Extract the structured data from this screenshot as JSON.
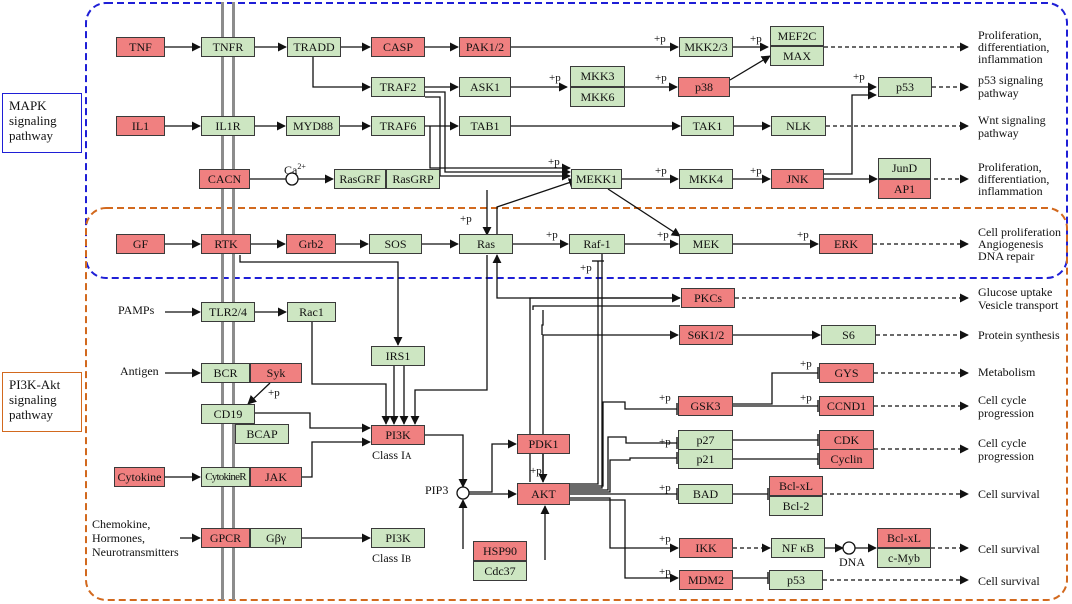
{
  "pathways": {
    "mapk": "MAPK\nsignaling\npathway",
    "pi3k": "PI3K-Akt\nsignaling\npathway"
  },
  "colors": {
    "mapk_border": "#1f1fd6",
    "pi3k_border": "#d2691e",
    "red_node": "#f08080",
    "green_node": "#cde6c2",
    "membrane": "#8c8c8c"
  },
  "nodes": {
    "tnf": "TNF",
    "tnfr": "TNFR",
    "tradd": "TRADD",
    "casp": "CASP",
    "pak": "PAK1/2",
    "mkk23": "MKK2/3",
    "mef2c": "MEF2C",
    "max": "MAX",
    "traf2": "TRAF2",
    "ask1": "ASK1",
    "mkk3": "MKK3",
    "mkk6": "MKK6",
    "p38": "p38",
    "p53_top": "p53",
    "il1": "IL1",
    "il1r": "IL1R",
    "myd88": "MYD88",
    "traf6": "TRAF6",
    "tab1": "TAB1",
    "tak1": "TAK1",
    "nlk": "NLK",
    "cacn": "CACN",
    "rasgrf": "RasGRF",
    "rasgrp": "RasGRP",
    "mekk1": "MEKK1",
    "mkk4": "MKK4",
    "jnk": "JNK",
    "jund": "JunD",
    "ap1": "AP1",
    "gf": "GF",
    "rtk": "RTK",
    "grb2": "Grb2",
    "sos": "SOS",
    "ras": "Ras",
    "raf1": "Raf-1",
    "mek": "MEK",
    "erk": "ERK",
    "tlr": "TLR2/4",
    "rac1": "Rac1",
    "pkcs": "PKCs",
    "s6k": "S6K1/2",
    "s6": "S6",
    "irs1": "IRS1",
    "bcr": "BCR",
    "syk": "Syk",
    "gys": "GYS",
    "cd19": "CD19",
    "bcap": "BCAP",
    "gsk3": "GSK3",
    "ccnd1": "CCND1",
    "pi3k_a": "PI3K",
    "p27": "p27",
    "cdk": "CDK",
    "pdk1": "PDK1",
    "p21": "p21",
    "cyclin": "Cyclin",
    "cytokine": "Cytokine",
    "cytokiner": "CytokineR",
    "jak": "JAK",
    "akt": "AKT",
    "bad": "BAD",
    "bclxl_a": "Bcl-xL",
    "bcl2": "Bcl-2",
    "hsp90": "HSP90",
    "cdc37": "Cdc37",
    "gpcr": "GPCR",
    "gbg": "Gβγ",
    "pi3k_b": "PI3K",
    "ikk": "IKK",
    "nfkb": "NF κB",
    "bclxl_b": "Bcl-xL",
    "cmyb": "c-Myb",
    "mdm2": "MDM2",
    "p53_bot": "p53"
  },
  "labels": {
    "pamps": "PAMPs",
    "antigen": "Antigen",
    "cytokine_in": "Cytokine",
    "chemokine": "Chemokine,",
    "hormones": "Hormones,",
    "neuro": "Neurotransmitters",
    "class_ia": "Class I",
    "class_ia_sub": "A",
    "class_ib": "Class I",
    "class_ib_sub": "B",
    "pip3": "PIP3",
    "dna": "DNA",
    "ca": "Ca",
    "ca_sup": "2+",
    "plus_p": "+p"
  },
  "outcomes": {
    "o1a": "Proliferation,",
    "o1b": "differentiation,",
    "o1c": "inflammation",
    "o2a": "p53 signaling",
    "o2b": "pathway",
    "o3a": "Wnt signaling",
    "o3b": "pathway",
    "o4a": "Proliferation,",
    "o4b": "differentiation,",
    "o4c": "inflammation",
    "o5a": "Cell proliferation",
    "o5b": "Angiogenesis",
    "o5c": "DNA repair",
    "o6a": "Glucose uptake",
    "o6b": "Vesicle transport",
    "o7": "Protein synthesis",
    "o8": "Metabolism",
    "o9a": "Cell cycle",
    "o9b": "progression",
    "o10a": "Cell cycle",
    "o10b": "progression",
    "o11": "Cell survival",
    "o12": "Cell survival",
    "o13": "Cell survival"
  }
}
